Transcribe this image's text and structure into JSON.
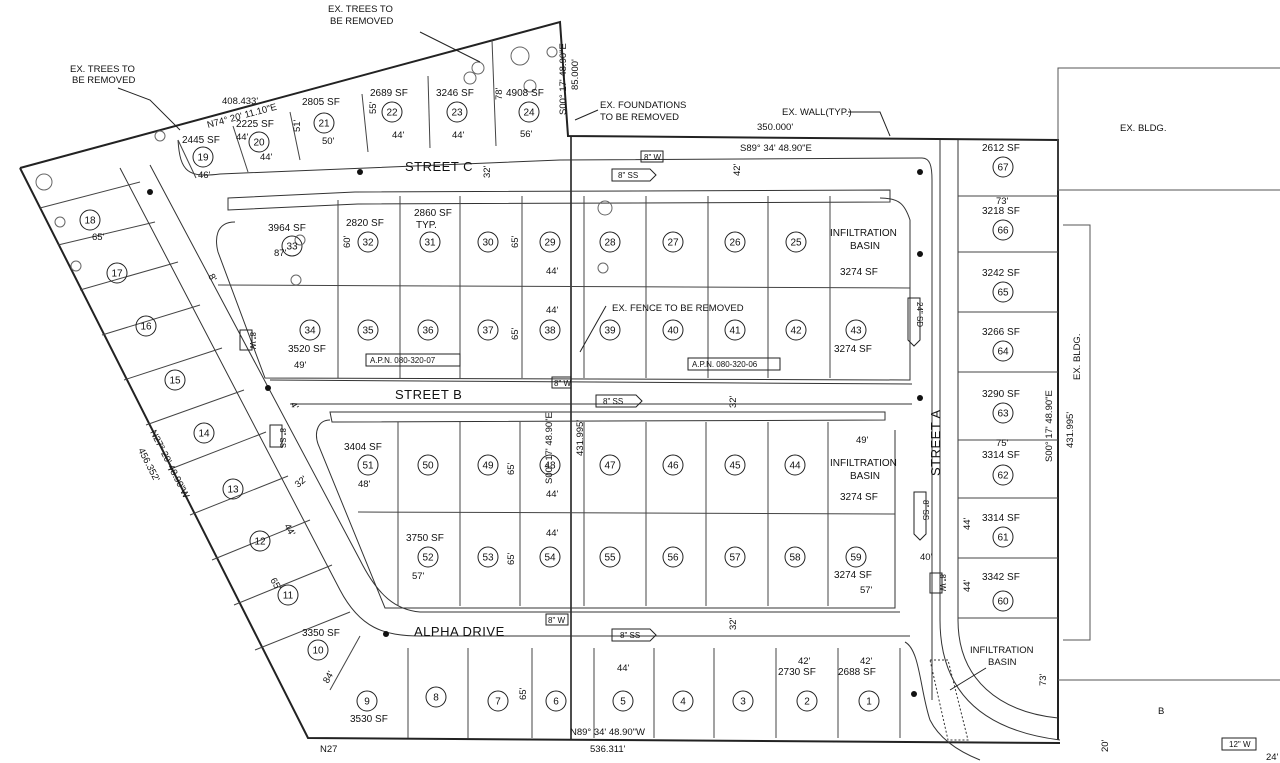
{
  "notes": {
    "trees_removed_top": [
      "EX. TREES TO",
      "BE REMOVED"
    ],
    "trees_removed_left": [
      "EX. TREES TO",
      "BE REMOVED"
    ],
    "foundations": [
      "EX. FOUNDATIONS",
      "TO BE REMOVED"
    ],
    "ex_wall": "EX. WALL(TYP.)",
    "ex_fence": "EX. FENCE TO BE REMOVED",
    "ex_bldg_top": "EX. BLDG.",
    "ex_bldg_right": "EX. BLDG.",
    "infiltration_basin_right": [
      "INFILTRATION",
      "BASIN"
    ]
  },
  "streets": {
    "street_c": "STREET C",
    "street_b": "STREET B",
    "street_a": "STREET A",
    "alpha_drive": "ALPHA DRIVE"
  },
  "apn": {
    "left": "A.P.N. 080-320-07",
    "right": "A.P.N. 080-320-06"
  },
  "bearings": {
    "north_top": "N74° 20' 11.10\"E",
    "north_top_len": "408.433'",
    "west_side": "N27° 20' 48.90\"W",
    "west_side_len": "456.352'",
    "top_mid": "S89° 34' 48.90\"E",
    "top_mid_len": "350.000'",
    "vertical_top": "S00° 17' 48.90\"E",
    "vertical_top_len": "85.000'",
    "center_vertical": "S00° 17' 48.90\"E",
    "center_vertical_len": "431.995'",
    "right_vertical": "S00° 17' 48.90\"E",
    "right_vertical_len": "431.995'",
    "bottom": "N89° 34' 48.90\"W",
    "bottom_len": "536.311'",
    "bottom_left": "N27"
  },
  "utilities": {
    "w8_top": "8\" W",
    "ss8_c": "8\" SS",
    "w8_b": "8\" W",
    "ss8_b": "8\" SS",
    "w8_alpha": "8\" W",
    "ss8_alpha": "8\" SS",
    "w8_left1": "8\" W",
    "ss8_left": "8\" SS",
    "sd24": "24\" SD",
    "ss8_a": "8\" SS",
    "w8_a": "8\" W",
    "w12": "12\" W",
    "b_label": "B"
  },
  "dims": {
    "d46": "46'",
    "d44a": "44'",
    "d50": "50'",
    "d44b": "44'",
    "d44c": "44'",
    "d56": "56'",
    "d55": "55'",
    "d51": "51'",
    "d78": "78'",
    "d32c": "32'",
    "d42c": "42'",
    "d4c": "4'",
    "d4c2": "4'",
    "d65a": "65'",
    "d87": "87'",
    "d60": "60'",
    "d65b": "65'",
    "d44d": "44'",
    "d44e": "44'",
    "d65c": "65'",
    "d49": "49'",
    "d4b": "4'",
    "d32b": "32'",
    "d4b2": "4'",
    "d48": "48'",
    "d65d": "65'",
    "d44f": "44'",
    "d44g": "44'",
    "d65e": "65'",
    "d57a": "57'",
    "d4d": "4'",
    "d32d": "32'",
    "d4e": "4'",
    "d49b": "49'",
    "d57b": "57'",
    "d65f": "65'",
    "d32e": "32'",
    "d44h": "44'",
    "d65g": "65'",
    "d84": "84'",
    "d44i": "44'",
    "d65h": "65'",
    "d42a": "42'",
    "d42b": "42'",
    "d73a": "73'",
    "d75": "75'",
    "d40": "40'",
    "d44j": "44'",
    "d44k": "44'",
    "d73b": "73'",
    "d24": "24'",
    "d20": "20'",
    "d8": "8'",
    "d4f": "4'"
  },
  "lots": [
    {
      "n": "1",
      "sf": "2688 SF"
    },
    {
      "n": "2",
      "sf": "2730 SF"
    },
    {
      "n": "3",
      "sf": ""
    },
    {
      "n": "4",
      "sf": ""
    },
    {
      "n": "5",
      "sf": ""
    },
    {
      "n": "6",
      "sf": ""
    },
    {
      "n": "7",
      "sf": ""
    },
    {
      "n": "8",
      "sf": ""
    },
    {
      "n": "9",
      "sf": "3530 SF"
    },
    {
      "n": "10",
      "sf": "3350 SF"
    },
    {
      "n": "11",
      "sf": ""
    },
    {
      "n": "12",
      "sf": ""
    },
    {
      "n": "13",
      "sf": ""
    },
    {
      "n": "14",
      "sf": ""
    },
    {
      "n": "15",
      "sf": ""
    },
    {
      "n": "16",
      "sf": ""
    },
    {
      "n": "17",
      "sf": ""
    },
    {
      "n": "18",
      "sf": ""
    },
    {
      "n": "19",
      "sf": "2445 SF"
    },
    {
      "n": "20",
      "sf": "2225 SF"
    },
    {
      "n": "21",
      "sf": "2805 SF"
    },
    {
      "n": "22",
      "sf": "2689 SF"
    },
    {
      "n": "23",
      "sf": "3246 SF"
    },
    {
      "n": "24",
      "sf": "4908 SF"
    },
    {
      "n": "25",
      "sf": ""
    },
    {
      "n": "26",
      "sf": ""
    },
    {
      "n": "27",
      "sf": ""
    },
    {
      "n": "28",
      "sf": ""
    },
    {
      "n": "29",
      "sf": ""
    },
    {
      "n": "30",
      "sf": ""
    },
    {
      "n": "31",
      "sf": "2860 SF"
    },
    {
      "n": "32",
      "sf": "2820 SF"
    },
    {
      "n": "33",
      "sf": "3964 SF"
    },
    {
      "n": "34",
      "sf": "3520 SF"
    },
    {
      "n": "35",
      "sf": ""
    },
    {
      "n": "36",
      "sf": ""
    },
    {
      "n": "37",
      "sf": ""
    },
    {
      "n": "38",
      "sf": ""
    },
    {
      "n": "39",
      "sf": ""
    },
    {
      "n": "40",
      "sf": ""
    },
    {
      "n": "41",
      "sf": ""
    },
    {
      "n": "42",
      "sf": ""
    },
    {
      "n": "43",
      "sf": "3274 SF"
    },
    {
      "n": "44",
      "sf": ""
    },
    {
      "n": "45",
      "sf": ""
    },
    {
      "n": "46",
      "sf": ""
    },
    {
      "n": "47",
      "sf": ""
    },
    {
      "n": "48",
      "sf": ""
    },
    {
      "n": "49",
      "sf": ""
    },
    {
      "n": "50",
      "sf": ""
    },
    {
      "n": "51",
      "sf": "3404 SF"
    },
    {
      "n": "52",
      "sf": "3750 SF"
    },
    {
      "n": "53",
      "sf": ""
    },
    {
      "n": "54",
      "sf": ""
    },
    {
      "n": "55",
      "sf": ""
    },
    {
      "n": "56",
      "sf": ""
    },
    {
      "n": "57",
      "sf": ""
    },
    {
      "n": "58",
      "sf": ""
    },
    {
      "n": "59",
      "sf": "3274 SF"
    },
    {
      "n": "60",
      "sf": "3342 SF"
    },
    {
      "n": "61",
      "sf": "3314 SF"
    },
    {
      "n": "62",
      "sf": "3314 SF"
    },
    {
      "n": "63",
      "sf": "3290 SF"
    },
    {
      "n": "64",
      "sf": "3266 SF"
    },
    {
      "n": "65",
      "sf": "3242 SF"
    },
    {
      "n": "66",
      "sf": "3218 SF"
    },
    {
      "n": "67",
      "sf": "2612 SF"
    }
  ],
  "typ": "TYP.",
  "basins": [
    {
      "l1": "INFILTRATION",
      "l2": "BASIN",
      "sf": "3274 SF"
    },
    {
      "l1": "INFILTRATION",
      "l2": "BASIN",
      "sf": "3274 SF"
    }
  ]
}
